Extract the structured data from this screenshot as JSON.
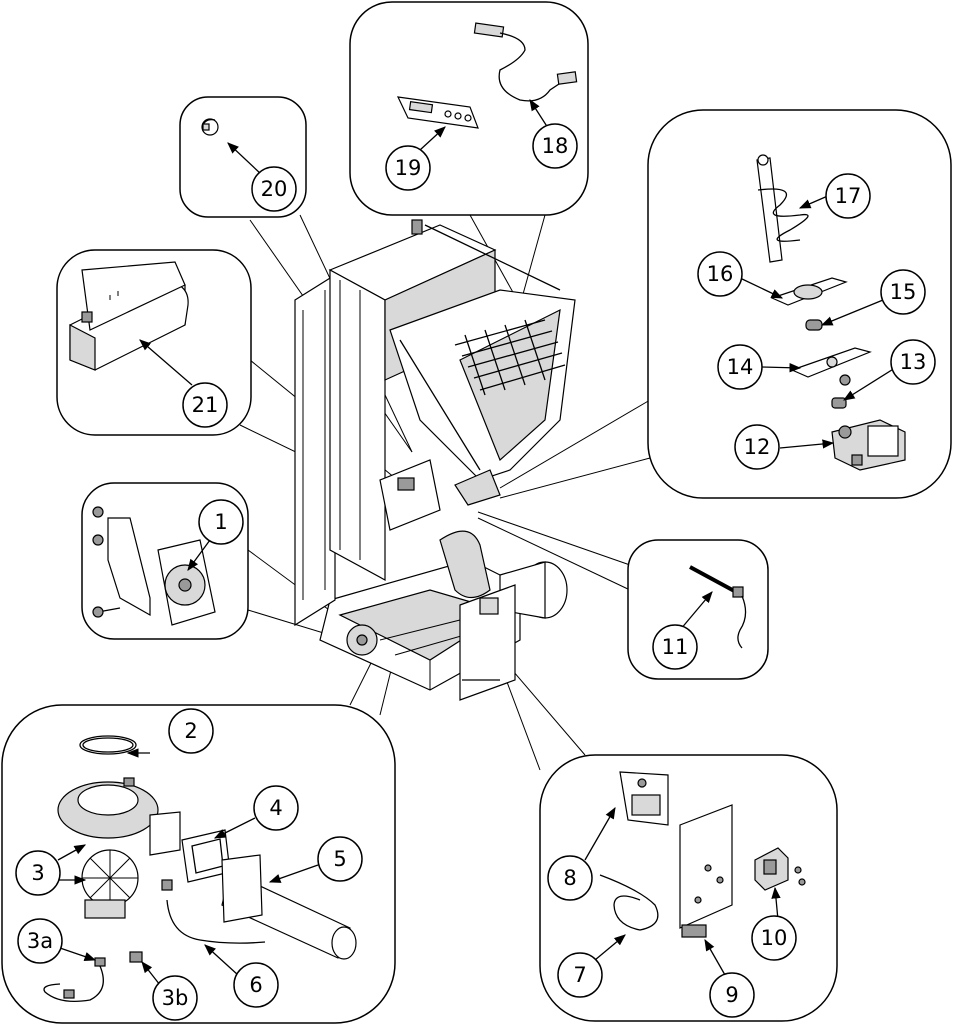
{
  "callouts": {
    "c1": "1",
    "c2": "2",
    "c3": "3",
    "c3a": "3a",
    "c3b": "3b",
    "c4": "4",
    "c5": "5",
    "c6": "6",
    "c7": "7",
    "c8": "8",
    "c9": "9",
    "c10": "10",
    "c11": "11",
    "c12": "12",
    "c13": "13",
    "c14": "14",
    "c15": "15",
    "c16": "16",
    "c17": "17",
    "c18": "18",
    "c19": "19",
    "c20": "20",
    "c21": "21"
  }
}
